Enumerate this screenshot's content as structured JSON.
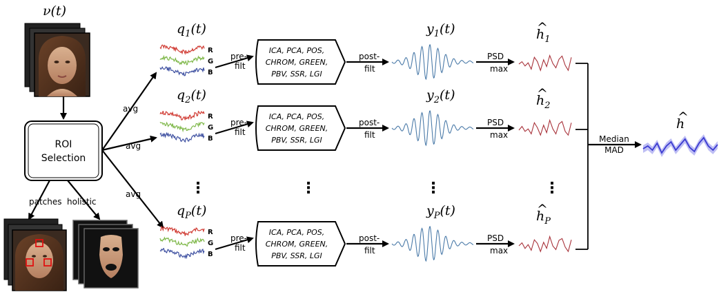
{
  "input": {
    "label": "ν(t)"
  },
  "roi": {
    "line1": "ROI",
    "line2": "Selection",
    "branch_patches": "patches",
    "branch_holistic": "holistic"
  },
  "avg": [
    "avg",
    "avg",
    "avg"
  ],
  "channels": [
    "R",
    "G",
    "B"
  ],
  "signals": [
    {
      "q": "q",
      "q_sub": "1",
      "y": "y",
      "y_sub": "1",
      "h": "h",
      "h_sub": "1"
    },
    {
      "q": "q",
      "q_sub": "2",
      "y": "y",
      "y_sub": "2",
      "h": "h",
      "h_sub": "2"
    },
    {
      "q": "q",
      "q_sub": "P",
      "y": "y",
      "y_sub": "P",
      "h": "h",
      "h_sub": "P"
    }
  ],
  "time_arg": "(t)",
  "hat": "^",
  "prefilt": {
    "line1": "pre-",
    "line2": "filt"
  },
  "postfilt": {
    "line1": "post-",
    "line2": "filt"
  },
  "psd": {
    "line1": "PSD",
    "line2": "max"
  },
  "methods": {
    "line1": "ICA, PCA, POS,",
    "line2": "CHROM, GREEN,",
    "line3": "PBV, SSR, LGI"
  },
  "aggregate": {
    "line1": "Median",
    "line2": "MAD"
  },
  "output": {
    "label": "h"
  },
  "ellipsis": "⋮",
  "colors": {
    "red": "#d03a32",
    "green": "#7fb84a",
    "blue": "#3d4fa0",
    "signal": "#4a7aa8",
    "hr": "#a8323a",
    "output": "#3a3ad0",
    "output_band": "#a8a8f0"
  }
}
